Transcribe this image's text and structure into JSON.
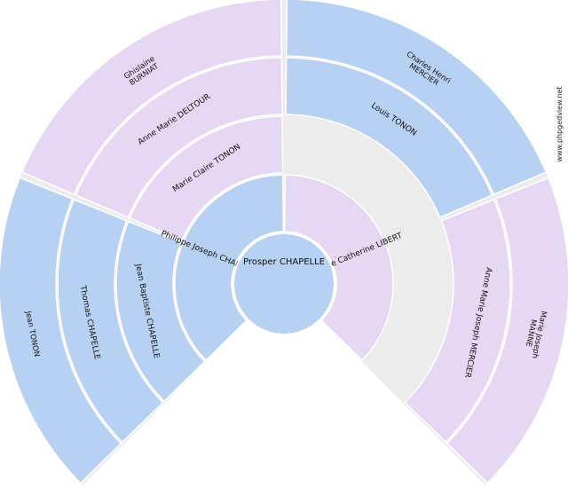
{
  "colors": {
    "male": "#b7d1f3",
    "female": "#e6d8f2",
    "empty": "#ececec",
    "stroke": "#ffffff"
  },
  "watermark": "www.phpgedview.net",
  "root": {
    "name": "Prosper CHAPELLE",
    "sex": "M"
  },
  "gen1": [
    {
      "id": "father",
      "name": "Philippe Joseph CHAPELLE",
      "sex": "M"
    },
    {
      "id": "mother",
      "name": "Marie Catherine LIBERT",
      "sex": "F"
    }
  ],
  "gen2": [
    {
      "id": "ff",
      "name": "Jean Baptiste CHAPELLE",
      "sex": "M"
    },
    {
      "id": "fm",
      "name": "Marie Claire TONON",
      "sex": "F"
    },
    {
      "id": "mf",
      "name": "",
      "sex": ""
    },
    {
      "id": "mm",
      "name": "",
      "sex": ""
    }
  ],
  "gen3": [
    {
      "id": "fff",
      "name": "Thomas CHAPELLE",
      "sex": "M"
    },
    {
      "id": "ffm",
      "name": "Anne Marie DELTOUR",
      "sex": "F"
    },
    {
      "id": "fmf",
      "name": "Louis TONON",
      "sex": "M"
    },
    {
      "id": "fmm",
      "name": "Anne Marie Joseph MERCIER",
      "sex": "F"
    }
  ],
  "gen4": [
    {
      "id": "fmff",
      "name": "Jean TONON",
      "sex": "M"
    },
    {
      "id": "fmfm",
      "name": "Ghislaine BURNIAT",
      "sex": "F",
      "lines": [
        "Ghislaine",
        "BURNIAT"
      ]
    },
    {
      "id": "fmmf",
      "name": "Charles Henri MERCIER",
      "sex": "M",
      "lines": [
        "Charles Henri",
        "MERCIER"
      ]
    },
    {
      "id": "fmmm",
      "name": "Marie Joseph MANNE",
      "sex": "F",
      "lines": [
        "Marie Joseph",
        "MANNE"
      ]
    }
  ]
}
